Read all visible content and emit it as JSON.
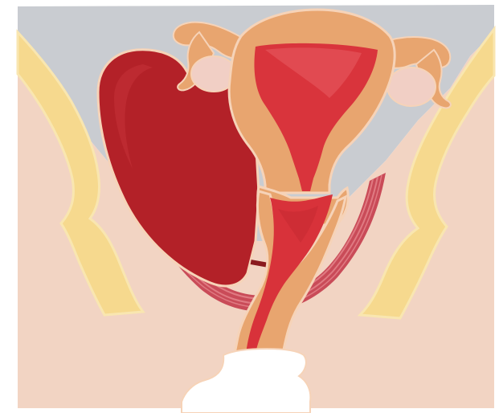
{
  "colors": {
    "background": "#ffffff",
    "pelvic_cavity": "#c9ccd1",
    "skin": "#f2d4c3",
    "bone": "#f6d98e",
    "bone_outline": "#f9e6b0",
    "mass": "#b32128",
    "mass_highlight": "#c7343a",
    "muscle_band": "#c94b58",
    "muscle_stripe": "#e07a82",
    "uterus_wall": "#e8a56f",
    "uterus_cavity": "#d9343c",
    "uterus_cavity_light": "#e4545a",
    "tube": "#e8a56f",
    "ovary": "#f1cfc5",
    "vaginal_canal": "#d8323a",
    "opening": "#ffffff"
  },
  "parts": [
    "pelvic-cavity",
    "pelvic-bone-left",
    "pelvic-bone-right",
    "pelvic-floor-muscle",
    "dark-red-mass",
    "fallopian-tube-left",
    "fallopian-tube-right",
    "ovary-left",
    "ovary-right",
    "uterus",
    "cervix",
    "vaginal-canal",
    "vaginal-opening"
  ]
}
